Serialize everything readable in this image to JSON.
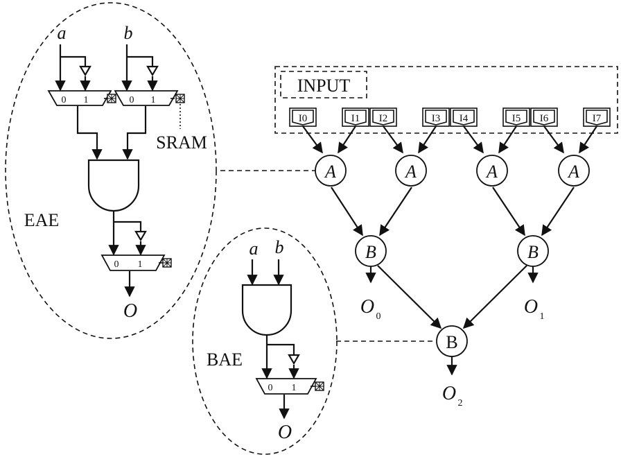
{
  "eae": {
    "label": "EAE",
    "input_a": "a",
    "input_b": "b",
    "sram_label": "SRAM",
    "mux_zero": "0",
    "mux_one": "1",
    "output": "O"
  },
  "bae": {
    "label": "BAE",
    "input_a": "a",
    "input_b": "b",
    "mux_zero": "0",
    "mux_one": "1",
    "output": "O"
  },
  "input_box": {
    "label": "INPUT",
    "pins": [
      "I0",
      "I1",
      "I2",
      "I3",
      "I4",
      "I5",
      "I6",
      "I7"
    ]
  },
  "nodes": {
    "a_label": "A",
    "b_label": "B",
    "root_label": "B"
  },
  "outputs": {
    "o0_main": "O",
    "o0_sub": "0",
    "o1_main": "O",
    "o1_sub": "1",
    "o2_main": "O",
    "o2_sub": "2"
  }
}
